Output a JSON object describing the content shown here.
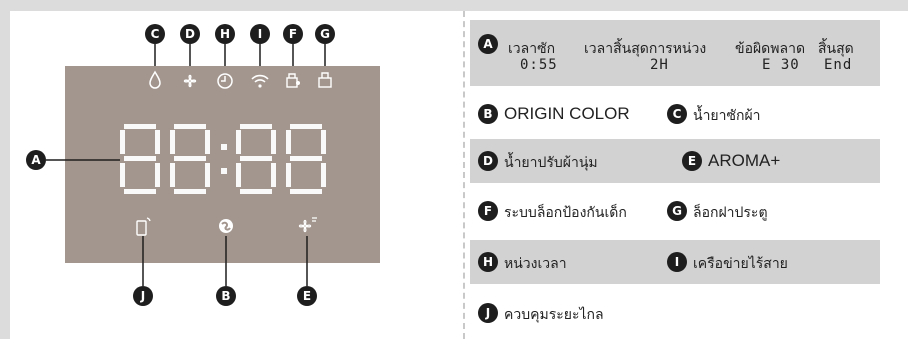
{
  "display": {
    "digits": "88:88",
    "markers": {
      "A": "A",
      "B": "B",
      "C": "C",
      "D": "D",
      "E": "E",
      "F": "F",
      "G": "G",
      "H": "H",
      "I": "I",
      "J": "J"
    }
  },
  "legend": {
    "row_a": {
      "marker": "A",
      "cols": [
        {
          "label": "เวลาซัก",
          "value": "0:55"
        },
        {
          "label": "เวลาสิ้นสุดการหน่วง",
          "value": "2H"
        },
        {
          "label": "ข้อผิดพลาด",
          "value": "E 30"
        },
        {
          "label": "สิ้นสุด",
          "value": "End"
        }
      ]
    },
    "b": {
      "marker": "B",
      "label": "ORIGIN COLOR"
    },
    "c": {
      "marker": "C",
      "label": "น้ำยาซักผ้า"
    },
    "d": {
      "marker": "D",
      "label": "น้ำยาปรับผ้านุ่ม"
    },
    "e": {
      "marker": "E",
      "label": "AROMA+"
    },
    "f": {
      "marker": "F",
      "label": "ระบบล็อกป้องกันเด็ก"
    },
    "g": {
      "marker": "G",
      "label": "ล็อกฝาประตู"
    },
    "h": {
      "marker": "H",
      "label": "หน่วงเวลา"
    },
    "i": {
      "marker": "I",
      "label": "เครือข่ายไร้สาย"
    },
    "j": {
      "marker": "J",
      "label": "ควบคุมระยะไกล"
    }
  },
  "icons": [
    "drop-icon",
    "fan-icon",
    "clock-icon",
    "wifi-icon",
    "child-lock-icon",
    "door-lock-icon",
    "remote-phone-icon",
    "origin-color-icon",
    "aroma-fan-icon"
  ]
}
